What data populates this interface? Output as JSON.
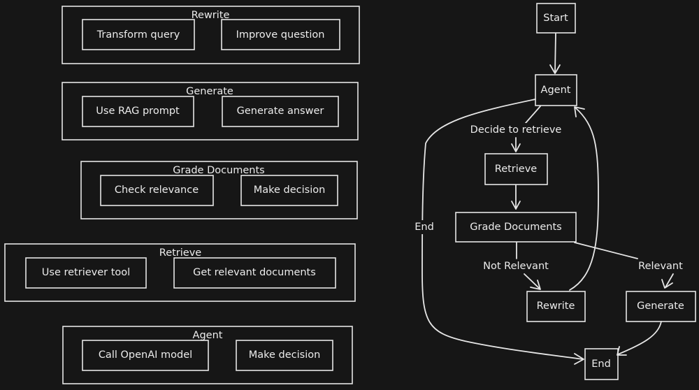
{
  "groups": {
    "rewrite": {
      "title": "Rewrite",
      "items": [
        "Transform query",
        "Improve question"
      ]
    },
    "generate": {
      "title": "Generate",
      "items": [
        "Use RAG prompt",
        "Generate answer"
      ]
    },
    "grade": {
      "title": "Grade Documents",
      "items": [
        "Check relevance",
        "Make decision"
      ]
    },
    "retrieve": {
      "title": "Retrieve",
      "items": [
        "Use retriever tool",
        "Get relevant documents"
      ]
    },
    "agent": {
      "title": "Agent",
      "items": [
        "Call OpenAI model",
        "Make decision"
      ]
    }
  },
  "flow": {
    "nodes": {
      "start": "Start",
      "agent": "Agent",
      "retrieve": "Retrieve",
      "grade": "Grade Documents",
      "rewrite": "Rewrite",
      "generate": "Generate",
      "end": "End"
    },
    "edge_labels": {
      "decide": "Decide to retrieve",
      "end": "End",
      "not_relevant": "Not Relevant",
      "relevant": "Relevant"
    }
  }
}
